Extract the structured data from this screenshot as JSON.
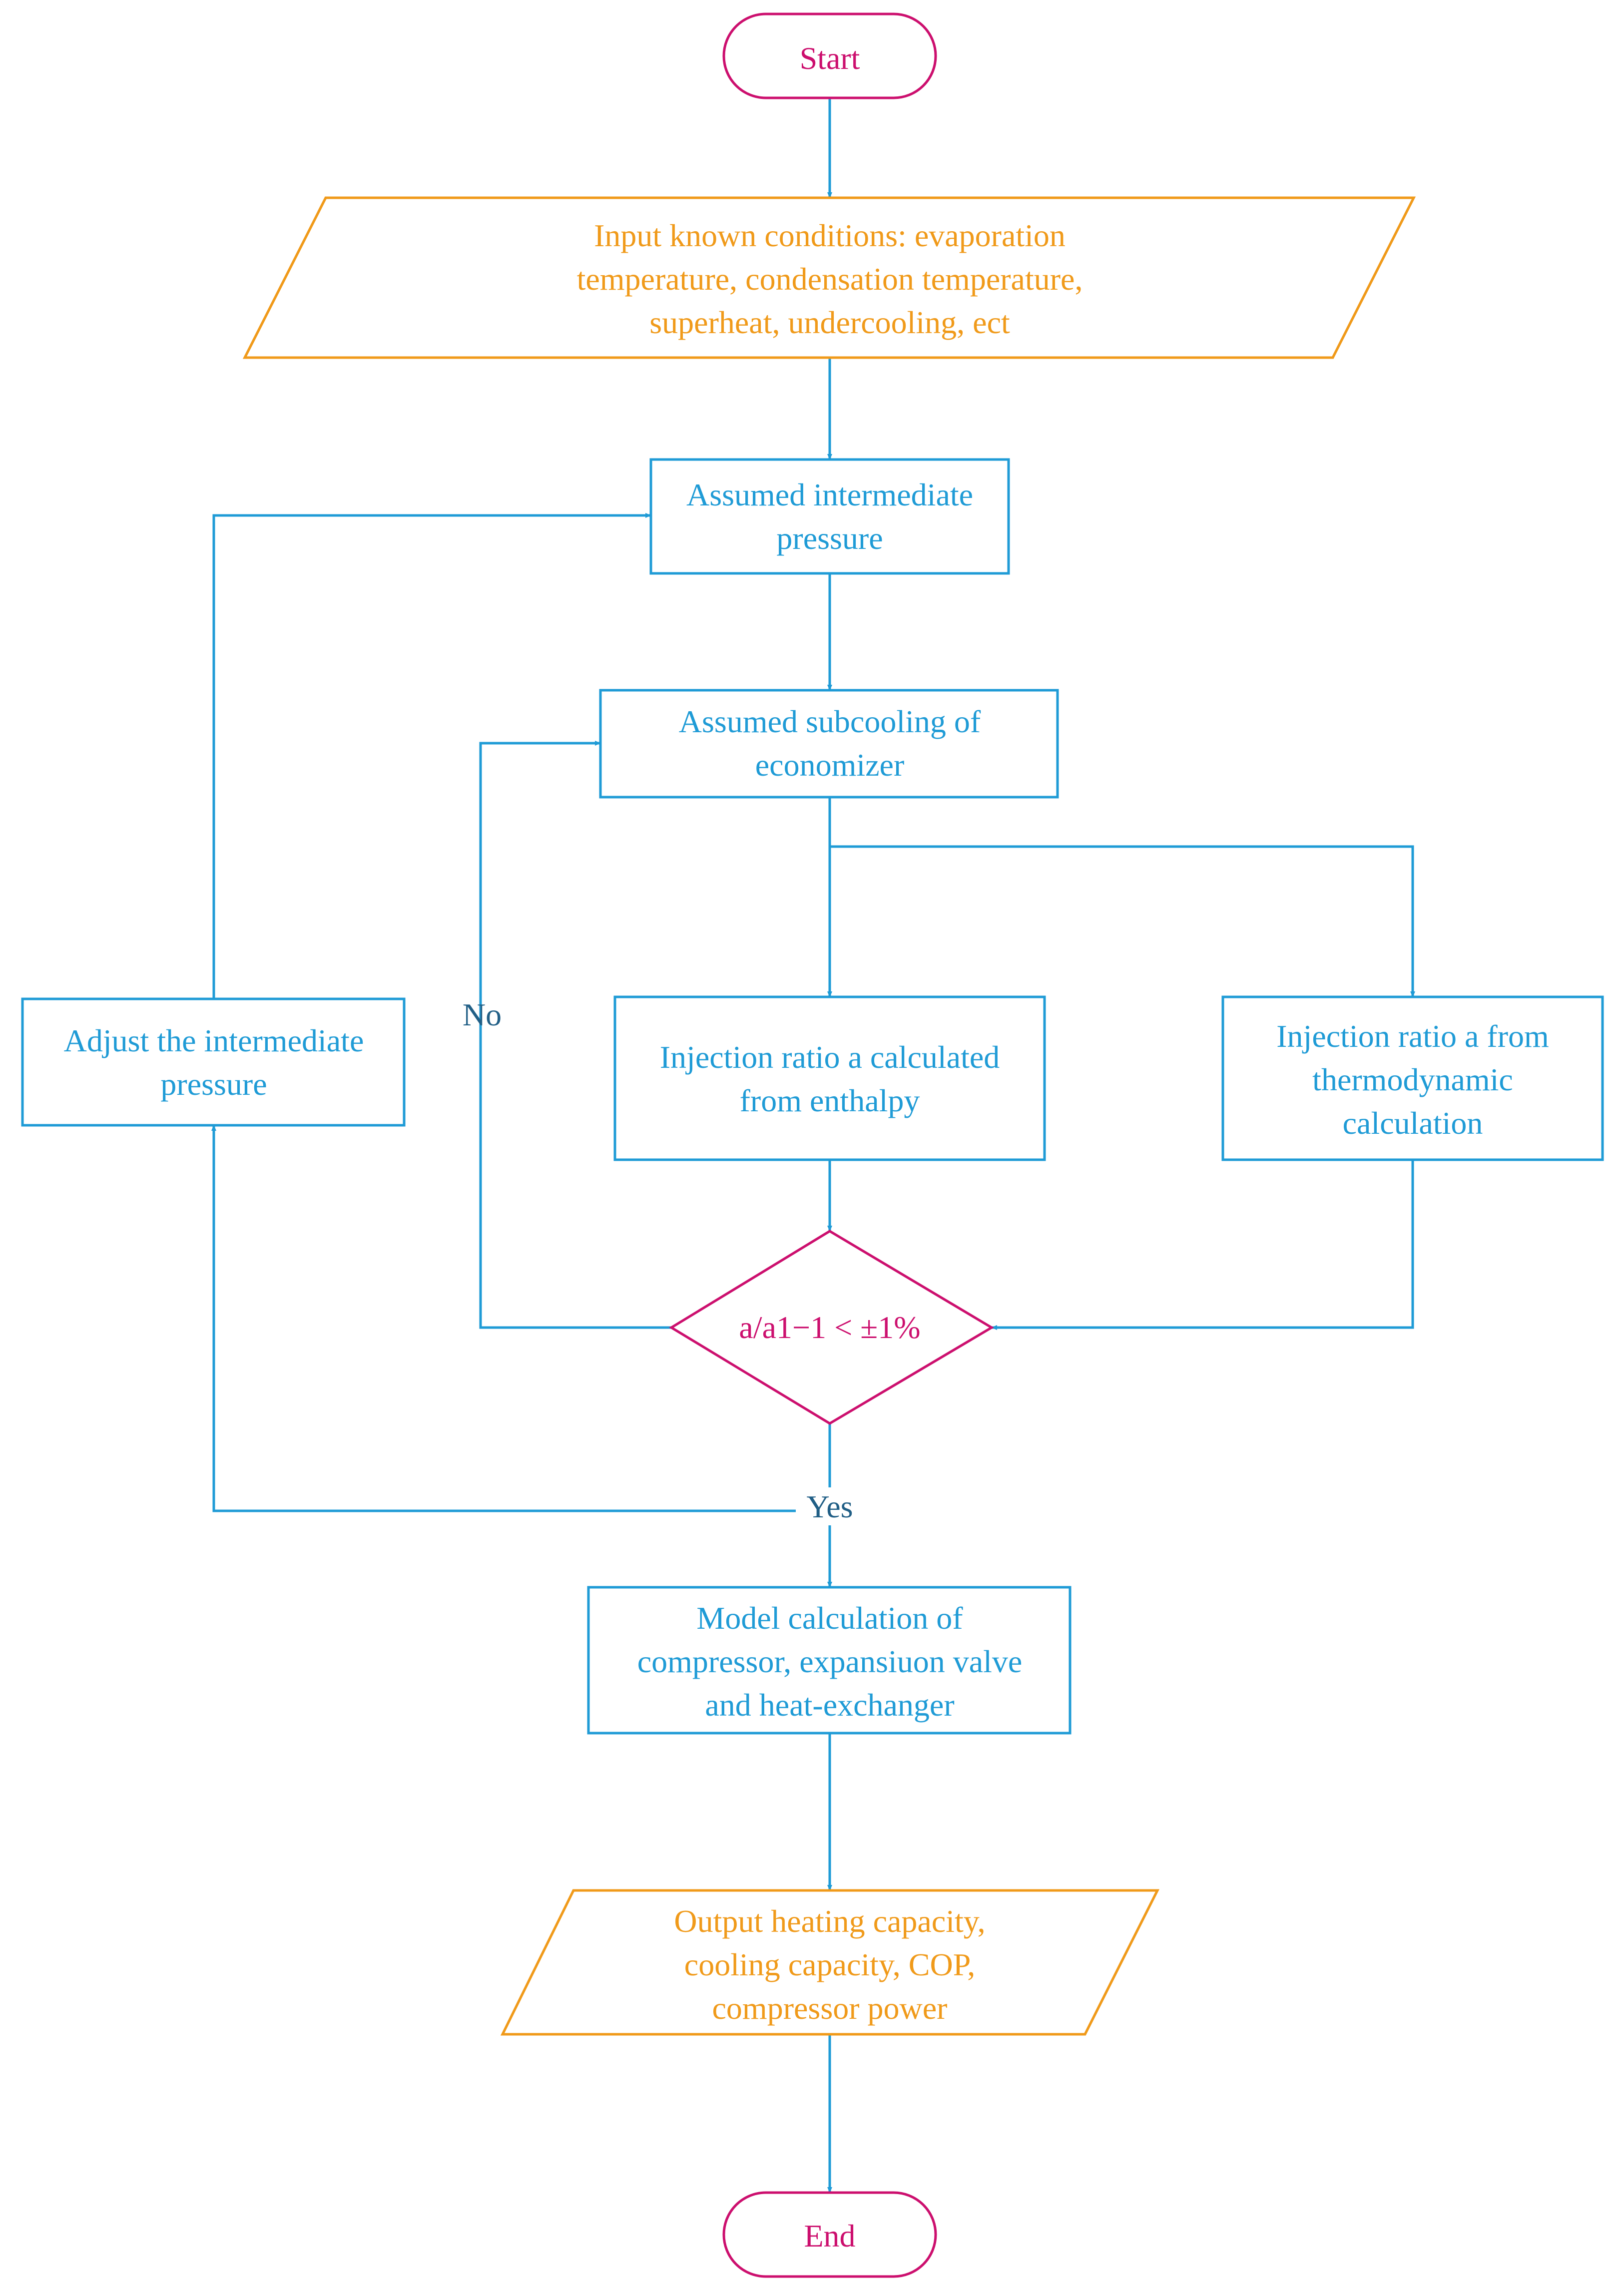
{
  "colors": {
    "terminal": "#cc0f6e",
    "io": "#f09a1a",
    "process": "#1f9bd6",
    "decision": "#cc0f6e",
    "connector": "#1f9bd6",
    "branch_label": "#215f86"
  },
  "nodes": {
    "start": {
      "lines": [
        "Start"
      ]
    },
    "input": {
      "lines": [
        "Input known conditions: evaporation",
        "temperature, condensation temperature,",
        "superheat, undercooling, ect"
      ]
    },
    "assumed_pressure": {
      "lines": [
        "Assumed intermediate",
        "pressure"
      ]
    },
    "assumed_subcooling": {
      "lines": [
        "Assumed subcooling of",
        "economizer"
      ]
    },
    "injection_enthalpy": {
      "lines": [
        "Injection ratio a calculated",
        "from enthalpy"
      ]
    },
    "injection_thermo": {
      "lines": [
        "Injection ratio a from",
        "thermodynamic",
        "calculation"
      ]
    },
    "adjust_pressure": {
      "lines": [
        "Adjust the intermediate",
        "pressure"
      ]
    },
    "decision": {
      "lines": [
        "a/a1−1 < ±1%"
      ]
    },
    "model_calc": {
      "lines": [
        "Model calculation of",
        "compressor, expansiuon valve",
        "and heat-exchanger"
      ]
    },
    "output": {
      "lines": [
        "Output heating capacity,",
        "cooling capacity, COP,",
        "compressor power"
      ]
    },
    "end": {
      "lines": [
        "End"
      ]
    }
  },
  "branch_labels": {
    "no": "No",
    "yes": "Yes"
  }
}
